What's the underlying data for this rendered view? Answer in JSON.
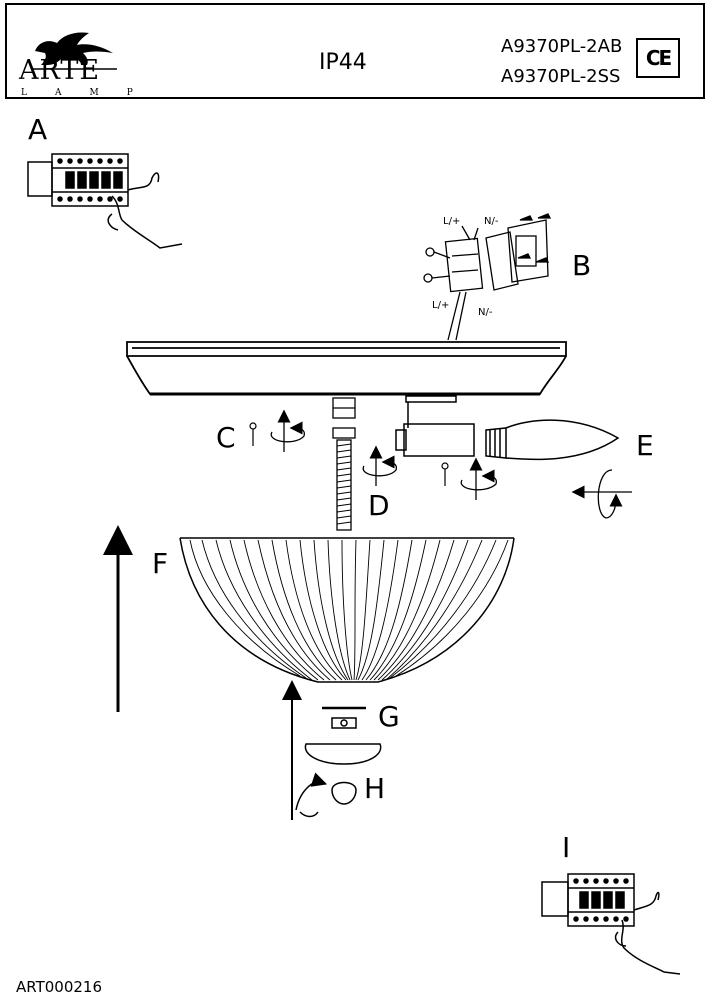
{
  "header": {
    "brand": "ARTE",
    "brand_sub": "LAMP",
    "ip_rating": "IP44",
    "models": [
      "A9370PL-2AB",
      "A9370PL-2SS"
    ],
    "certification": "CE"
  },
  "steps": {
    "a": "A",
    "b": "B",
    "c": "C",
    "d": "D",
    "e": "E",
    "f": "F",
    "g": "G",
    "h": "H",
    "i": "I"
  },
  "wiring": {
    "live_top": "L/+",
    "neutral_top": "N/-",
    "live_bottom": "L/+",
    "neutral_bottom": "N/-"
  },
  "footer": {
    "code": "ART000216"
  }
}
